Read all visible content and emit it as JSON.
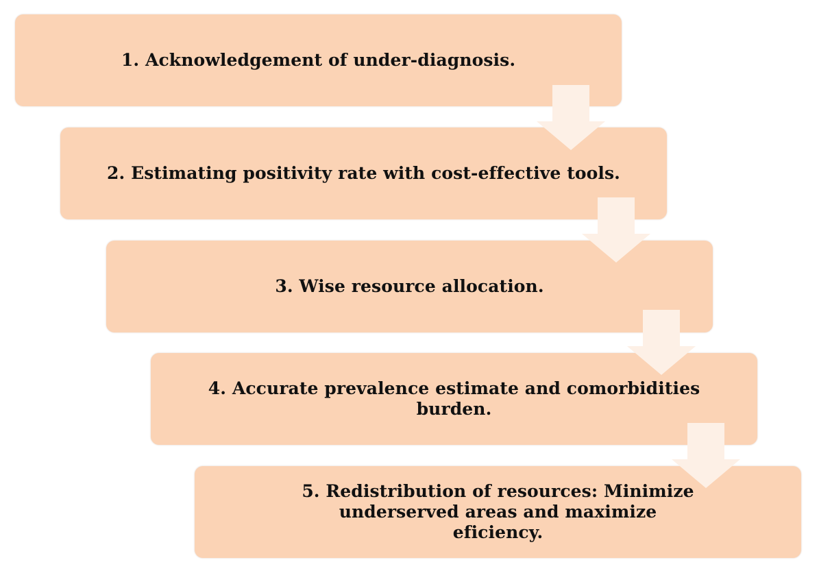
{
  "diagram": {
    "steps": [
      {
        "label": "1. Acknowledgement of under-diagnosis."
      },
      {
        "label": "2. Estimating positivity rate with cost-effective tools."
      },
      {
        "label": "3. Wise resource allocation."
      },
      {
        "label": "4. Accurate prevalence estimate and comorbidities burden."
      },
      {
        "label": "5. Redistribution of resources: Minimize underserved areas and maximize eficiency."
      }
    ],
    "colors": {
      "box_fill": "#fbd3b5",
      "arrow_fill": "#fdf0e6",
      "text": "#111111"
    },
    "connector_icon": "down-arrow-icon"
  }
}
